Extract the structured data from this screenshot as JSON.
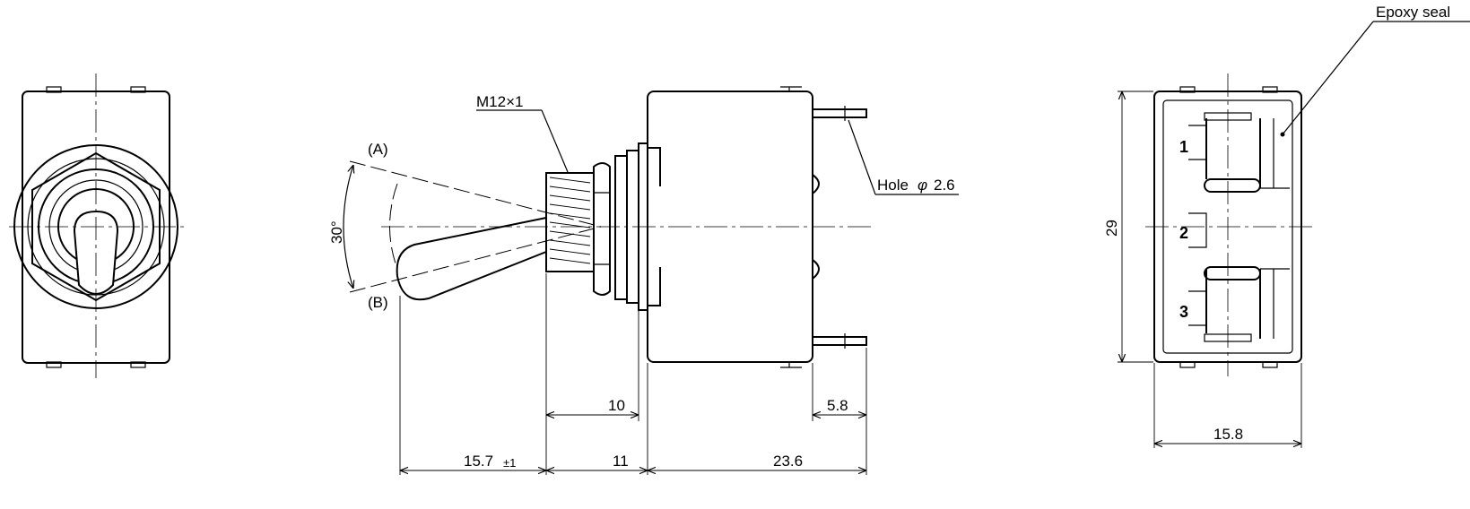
{
  "labels": {
    "epoxy_seal": "Epoxy seal",
    "hole": "Hole",
    "hole_phi": "φ",
    "hole_value": "2.6",
    "thread": "M12×1",
    "pos_a": "(A)",
    "pos_b": "(B)",
    "angle": "30°"
  },
  "dimensions": {
    "d_10": "10",
    "d_5_8": "5.8",
    "d_15_7": "15.7",
    "d_15_7_tol": "±1",
    "d_11": "11",
    "d_23_6": "23.6",
    "d_29": "29",
    "d_15_8": "15.8"
  },
  "terminals": [
    "1",
    "2",
    "3"
  ]
}
